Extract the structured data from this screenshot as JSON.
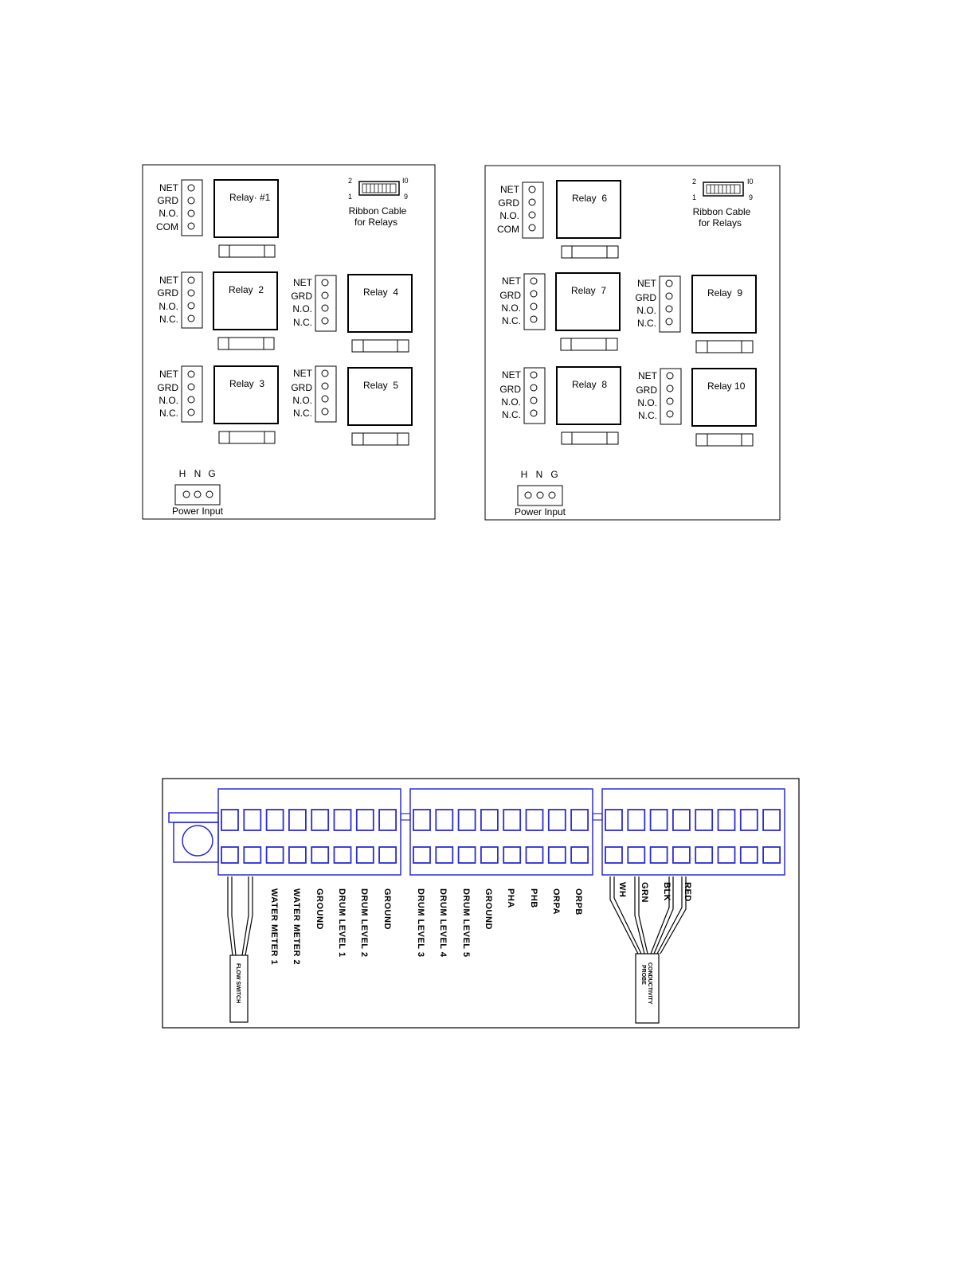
{
  "relay_board_1": {
    "relays": [
      {
        "label": "Relay· #1",
        "pins": [
          "NET",
          "GRD",
          "N.O.",
          "COM"
        ]
      },
      {
        "label": "Relay  2",
        "pins": [
          "NET",
          "GRD",
          "N.O.",
          "N.C."
        ]
      },
      {
        "label": "Relay  3",
        "pins": [
          "NET",
          "GRD",
          "N.O.",
          "N.C."
        ]
      },
      {
        "label": "Relay  4",
        "pins": [
          "NET",
          "GRD",
          "N.O.",
          "N.C."
        ]
      },
      {
        "label": "Relay  5",
        "pins": [
          "NET",
          "GRD",
          "N.O.",
          "N.C."
        ]
      }
    ],
    "ribbon": {
      "pin_2": "2",
      "pin_10": "I0",
      "pin_1": "1",
      "pin_9": "9",
      "line1": "Ribbon Cable",
      "line2": "for Relays"
    },
    "power": {
      "h": "H",
      "n": "N",
      "g": "G",
      "label": "Power Input"
    }
  },
  "relay_board_2": {
    "relays": [
      {
        "label": "Relay  6",
        "pins": [
          "NET",
          "GRD",
          "N.O.",
          "COM"
        ]
      },
      {
        "label": "Relay  7",
        "pins": [
          "NET",
          "GRD",
          "N.O.",
          "N.C."
        ]
      },
      {
        "label": "Relay  8",
        "pins": [
          "NET",
          "GRD",
          "N.O.",
          "N.C."
        ]
      },
      {
        "label": "Relay  9",
        "pins": [
          "NET",
          "GRD",
          "N.O.",
          "N.C."
        ]
      },
      {
        "label": "Relay 10",
        "pins": [
          "NET",
          "GRD",
          "N.O.",
          "N.C."
        ]
      }
    ],
    "ribbon": {
      "pin_2": "2",
      "pin_10": "I0",
      "pin_1": "1",
      "pin_9": "9",
      "line1": "Ribbon Cable",
      "line2": "for Relays"
    },
    "power": {
      "h": "H",
      "n": "N",
      "g": "G",
      "label": "Power Input"
    }
  },
  "terminal_strip": {
    "terminal_color": "#2b2bd6",
    "labels": [
      "WATER METER 1",
      "WATER METER 2",
      "GROUND",
      "DRUM LEVEL 1",
      "DRUM LEVEL 2",
      "GROUND",
      "DRUM LEVEL 3",
      "DRUM LEVEL 4",
      "DRUM LEVEL 5",
      "GROUND",
      "PHA",
      "PHB",
      "ORPA",
      "ORPB"
    ],
    "flow_switch": "FLOW SWITCH",
    "probe": {
      "line1": "CONDUCTIVITY",
      "line2": "PROBE",
      "wires": [
        "WH",
        "GRN",
        "BLK",
        "RED"
      ]
    }
  }
}
